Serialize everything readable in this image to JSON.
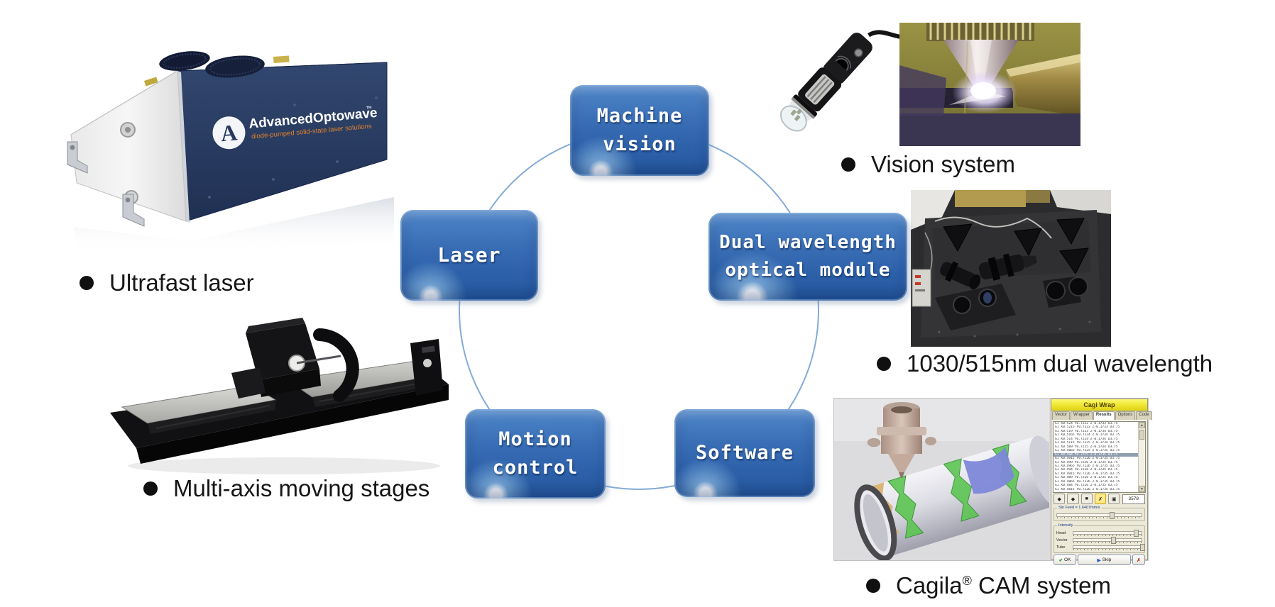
{
  "diagram": {
    "circle_color": "#84abd8",
    "nodes": [
      {
        "id": "machine-vision",
        "line1": "Machine",
        "line2": "vision"
      },
      {
        "id": "laser",
        "line1": "Laser",
        "line2": ""
      },
      {
        "id": "dual-wavelength",
        "line1": "Dual wavelength",
        "line2": "optical module"
      },
      {
        "id": "motion-control",
        "line1": "Motion",
        "line2": "control"
      },
      {
        "id": "software",
        "line1": "Software",
        "line2": ""
      }
    ]
  },
  "captions": {
    "ultrafast_laser": "Ultrafast laser",
    "multi_axis": "Multi-axis moving stages",
    "vision_system": "Vision system",
    "dual_wavelength": "1030/515nm dual wavelength",
    "cagila_pre": "Cagila",
    "cagila_reg": "®",
    "cagila_post": " CAM system"
  },
  "laser_photo": {
    "logo_letter": "A",
    "brand": "AdvancedOptowave",
    "brand_tm": "™",
    "tagline": "diode-pumped solid-state laser solutions"
  },
  "cam": {
    "window_title": "Cagi Wrap",
    "tabs": [
      "Vector",
      "Wrapper",
      "Results",
      "Options",
      "Code"
    ],
    "active_tab_index": 2,
    "gcode_lines": [
      "G1 X0.524 Y0.7222 Z-0.1733 U3.75",
      "G1 X0.5215 Y0.7223 Z-0.1733 U3.75",
      "G1 X0.519 Y0.7223 Z-0.1734 U3.75",
      "G1 X0.5165 Y0.7224 Z-0.1734 U3.75",
      "G1 X0.514 Y0.7224 Z-0.1734 U3.75",
      "G1 X0.5115 Y0.7225 Z-0.1734 U3.75",
      "G1 X0.509 Y0.7225 Z-0.1734 U3.75",
      "G1 X0.5065 Y0.7225 Z-0.1735 U3.75",
      "G1 X0.504 Y0.7225 Z-0.1735 U3.75",
      "G1 X0.5015 Y0.7226 Z-0.1735 U3.75",
      "G1 X0.499 Y0.7226 Z-0.1735 U3.75",
      "G1 X0.4965 Y0.7226 Z-0.1735 U3.75",
      "G1 X0.494 Y0.7226 Z-0.1735 U3.75",
      "G1 X0.4915 Y0.7226 Z-0.1735 U3.75",
      "G1 X0.489 Y0.7226 Z-0.1735 U3.75",
      "G1 X0.4865 Y0.7226 Z-0.1735 U3.75",
      "G1 X0.484 Y0.7226 Z-0.1735 U3.75",
      "G1 X0.4815 Y0.7226 Z-0.1735 U3.75"
    ],
    "selected_row_index": 8,
    "toolbar": [
      {
        "name": "step-back",
        "glyph": "◆"
      },
      {
        "name": "step-fwd",
        "glyph": "◆"
      },
      {
        "name": "stop",
        "glyph": "■"
      },
      {
        "name": "cancel",
        "glyph": "✗"
      },
      {
        "name": "save",
        "glyph": "▣"
      }
    ],
    "counter": "3578",
    "feed_label": "Sin Feed = 1.6407mm/s",
    "feed_value_pct": 62,
    "intensity_title": "Intensity",
    "sliders": [
      {
        "label": "Head",
        "value_pct": 88
      },
      {
        "label": "Vector",
        "value_pct": 55
      },
      {
        "label": "Tube",
        "value_pct": 97
      }
    ],
    "scroll_up": "▲",
    "scroll_down": "▼",
    "ok_check": "✔",
    "ok_label": "OK",
    "skip_arrow": "▶",
    "skip_label": "Skip",
    "close_glyph": "✗"
  }
}
